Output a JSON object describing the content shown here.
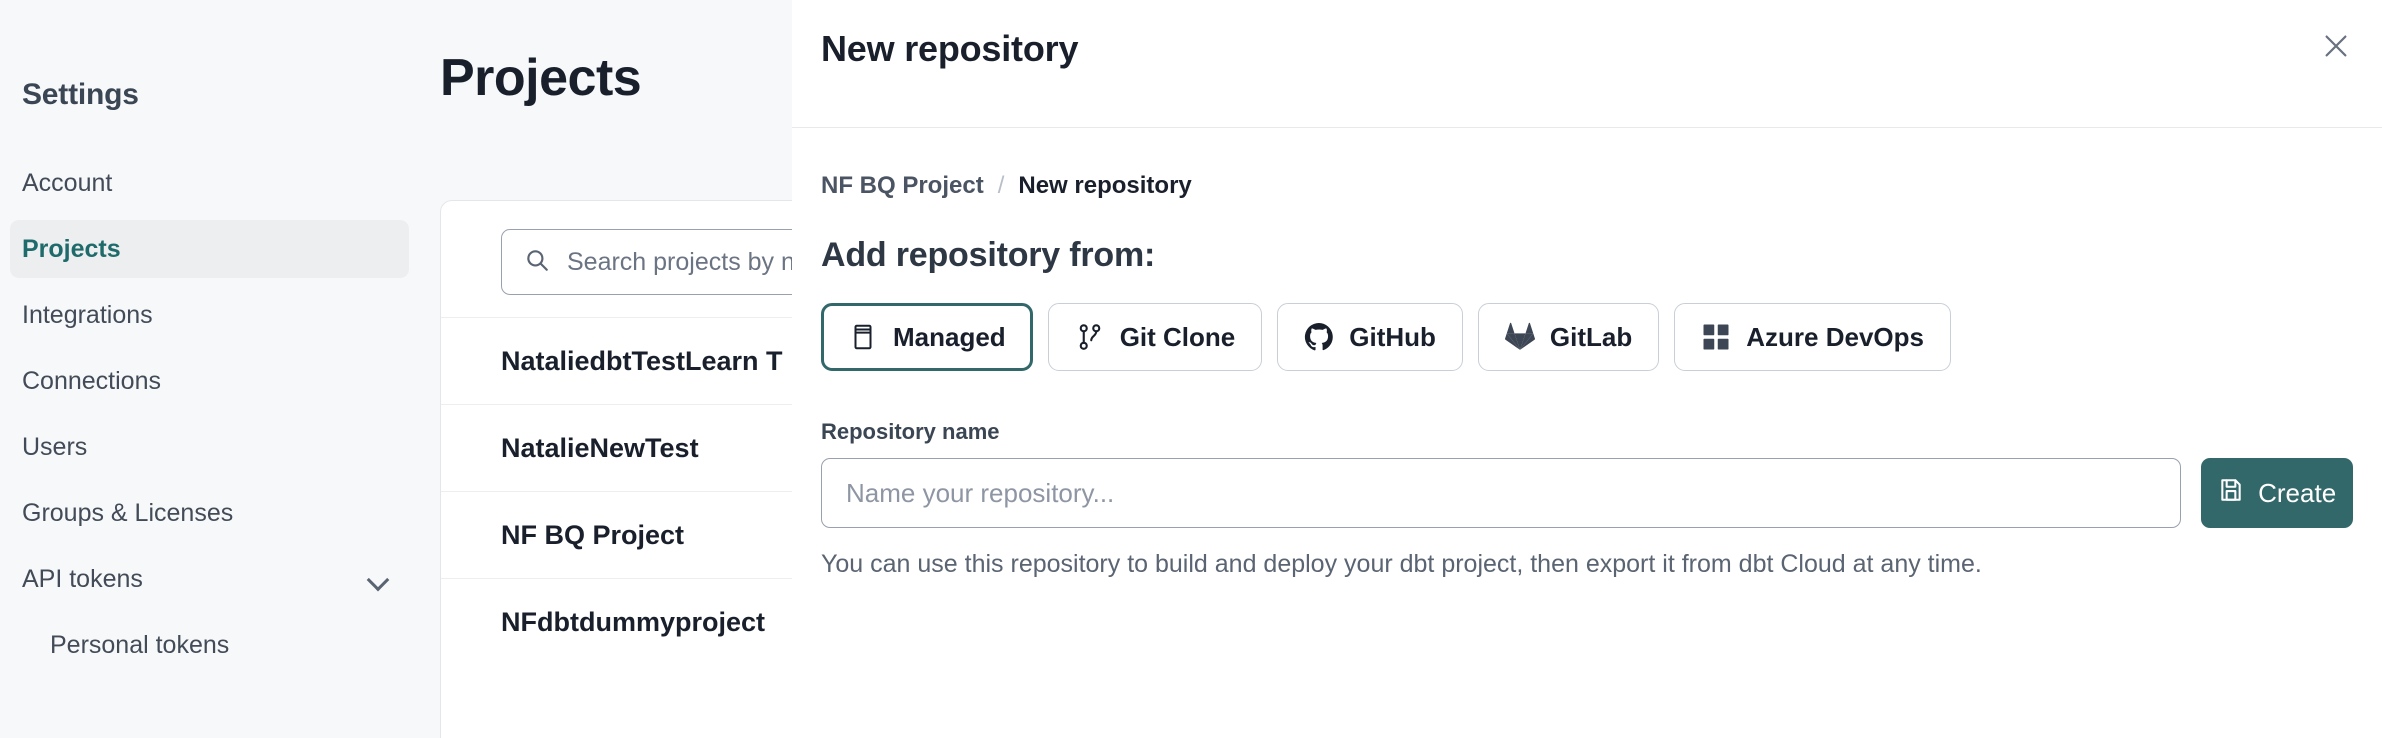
{
  "sidebar": {
    "title": "Settings",
    "items": [
      {
        "label": "Account",
        "active": false,
        "sub": false,
        "chevron": false
      },
      {
        "label": "Projects",
        "active": true,
        "sub": false,
        "chevron": false
      },
      {
        "label": "Integrations",
        "active": false,
        "sub": false,
        "chevron": false
      },
      {
        "label": "Connections",
        "active": false,
        "sub": false,
        "chevron": false
      },
      {
        "label": "Users",
        "active": false,
        "sub": false,
        "chevron": false
      },
      {
        "label": "Groups & Licenses",
        "active": false,
        "sub": false,
        "chevron": false
      },
      {
        "label": "API tokens",
        "active": false,
        "sub": false,
        "chevron": true
      },
      {
        "label": "Personal tokens",
        "active": false,
        "sub": true,
        "chevron": false
      }
    ]
  },
  "main": {
    "page_title": "Projects",
    "search": {
      "placeholder": "Search projects by name",
      "icon": "search-icon"
    },
    "projects": [
      "NataliedbtTestLearn T",
      "NatalieNewTest",
      "NF BQ Project",
      "NFdbtdummyproject"
    ]
  },
  "modal": {
    "title": "New repository",
    "close_icon": "close-icon",
    "breadcrumb": {
      "parent": "NF BQ Project",
      "separator": "/",
      "current": "New repository"
    },
    "section_heading": "Add repository from:",
    "sources": [
      {
        "label": "Managed",
        "icon": "database-icon",
        "selected": true
      },
      {
        "label": "Git Clone",
        "icon": "git-branch-icon",
        "selected": false
      },
      {
        "label": "GitHub",
        "icon": "github-icon",
        "selected": false
      },
      {
        "label": "GitLab",
        "icon": "gitlab-icon",
        "selected": false
      },
      {
        "label": "Azure DevOps",
        "icon": "azure-icon",
        "selected": false
      }
    ],
    "repository_name": {
      "label": "Repository name",
      "value": "",
      "placeholder": "Name your repository..."
    },
    "create_button": {
      "label": "Create",
      "icon": "save-icon"
    },
    "helper_text": "You can use this repository to build and deploy your dbt project, then export it from dbt Cloud at any time."
  },
  "colors": {
    "accent_teal": "#33686b",
    "page_bg": "#f7f8f9",
    "panel_bg": "#ffffff",
    "text_dark": "#19202c",
    "text_muted": "#5a6472",
    "border": "#c9cfd7"
  }
}
